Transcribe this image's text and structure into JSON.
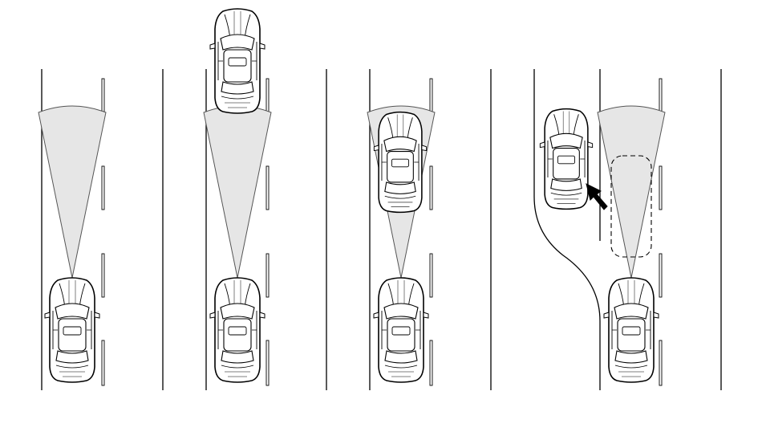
{
  "diagram": {
    "kind": "radar-detection-scenarios",
    "panel_count": 4,
    "colors": {
      "line": "#000000",
      "beam_fill": "#e6e6e6",
      "beam_stroke": "#555555",
      "car_fill": "#ffffff",
      "arrow": "#000000",
      "ghost_dash": "#000000"
    },
    "icons": {
      "vehicle": "car-top-view-icon",
      "beam": "radar-beam-icon",
      "arrow": "arrow-icon",
      "ghost": "predicted-vehicle-outline"
    },
    "panels": [
      {
        "id": "1",
        "other_vehicle": "none"
      },
      {
        "id": "2",
        "other_vehicle": "far-ahead"
      },
      {
        "id": "3",
        "other_vehicle": "in-beam"
      },
      {
        "id": "4",
        "other_vehicle": "cutting-in"
      }
    ]
  }
}
